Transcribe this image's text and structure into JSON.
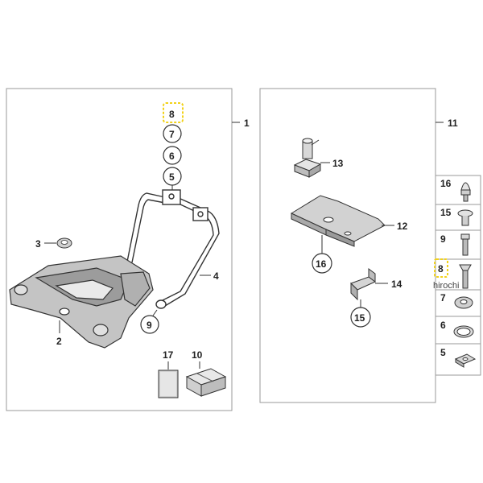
{
  "assembly_left": {
    "number": "1"
  },
  "assembly_right": {
    "number": "11"
  },
  "callouts_left": {
    "c8": "8",
    "c7": "7",
    "c6": "6",
    "c5": "5",
    "c9": "9"
  },
  "labels_left": {
    "l3": "3",
    "l4": "4",
    "l2": "2",
    "l17": "17",
    "l10": "10"
  },
  "callouts_right": {
    "c16": "16",
    "c15": "15"
  },
  "labels_right": {
    "l13": "13",
    "l12": "12",
    "l14": "14"
  },
  "side_list": [
    "16",
    "15",
    "9",
    "8",
    "7",
    "6",
    "5"
  ],
  "watermark": "hirochi",
  "highlight_color": "#f2d21b"
}
